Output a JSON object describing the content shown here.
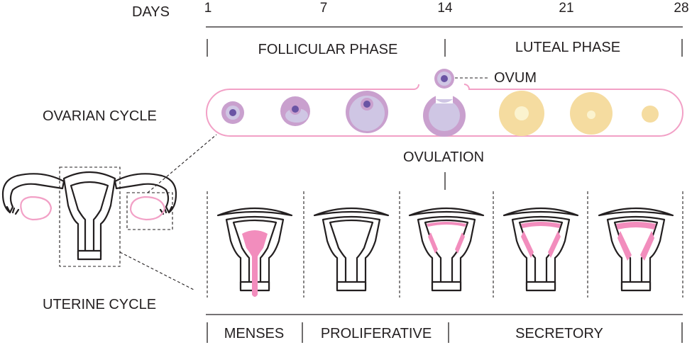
{
  "days": {
    "label": "DAYS",
    "ticks": [
      "1",
      "7",
      "14",
      "21",
      "28"
    ]
  },
  "phases": {
    "follicular": "FOLLICULAR PHASE",
    "luteal": "LUTEAL PHASE"
  },
  "ovum_label": "OVUM",
  "ovarian_cycle_label": "OVARIAN CYCLE",
  "ovulation_label": "OVULATION",
  "uterine_cycle_label": "UTERINE CYCLE",
  "uterine_phases": {
    "menses": "MENSES",
    "proliferative": "PROLIFERATIVE",
    "secretory": "SECRETORY"
  },
  "colors": {
    "follicle_outer": "#c9a0ce",
    "follicle_inner": "#cfc6e4",
    "oocyte": "#6a54a4",
    "corpus_luteum": "#f5dca0",
    "corpus_core": "#fbf3cf",
    "endometrium": "#f28dbd",
    "line": "#231f20"
  }
}
